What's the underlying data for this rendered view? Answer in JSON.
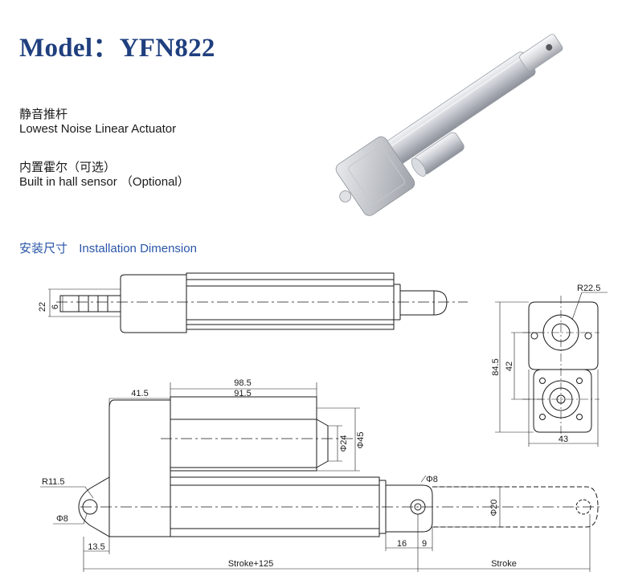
{
  "header": {
    "title": "Model：YFN822"
  },
  "features": [
    {
      "cn": "静音推杆",
      "en": "Lowest Noise Linear Actuator"
    },
    {
      "cn": "内置霍尔（可选）",
      "en": "Built in hall sensor （Optional）"
    }
  ],
  "section": {
    "cn": "安装尺寸",
    "en": "Installation Dimension"
  },
  "dims": {
    "top_22": "22",
    "top_6": "6",
    "r22_5": "R22.5",
    "h84_5": "84.5",
    "h42": "42",
    "w43": "43",
    "d98_5": "98.5",
    "d41_5": "41.5",
    "d91_5": "91.5",
    "phi24": "Φ24",
    "phi45": "Φ45",
    "r11_5": "R11.5",
    "phi8_left": "Φ8",
    "phi8_rod": "Φ8",
    "phi20": "Φ20",
    "d13_5": "13.5",
    "d16": "16",
    "d9": "9",
    "stroke125": "Stroke+125",
    "stroke": "Stroke"
  },
  "colors": {
    "title": "#1f3f7e",
    "section": "#2a56a8"
  }
}
